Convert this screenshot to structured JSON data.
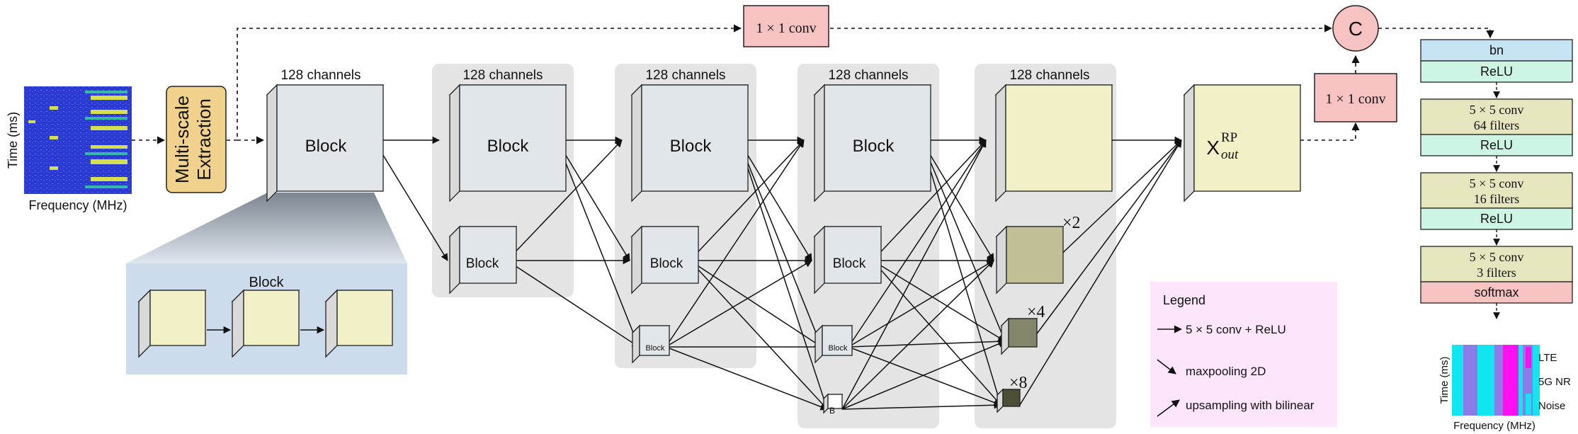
{
  "input": {
    "y_label": "Time (ms)",
    "x_label": "Frequency (MHz)"
  },
  "extraction": {
    "line1": "Multi-scale",
    "line2": "Extraction"
  },
  "top_conv": {
    "label": "1 × 1 conv"
  },
  "side_conv": {
    "label": "1 × 1 conv"
  },
  "concat": {
    "label": "C"
  },
  "columns": [
    {
      "header": "128 channels",
      "big": "Block"
    },
    {
      "header": "128 channels",
      "big": "Block",
      "medium": "Block"
    },
    {
      "header": "128 channels",
      "big": "Block",
      "medium": "Block",
      "small": "Block"
    },
    {
      "header": "128 channels",
      "big": "Block",
      "medium": "Block",
      "small": "Block",
      "tiny": "B"
    },
    {
      "header": "128 channels"
    }
  ],
  "scale_labels": [
    "×2",
    "×4",
    "×8"
  ],
  "xout": {
    "main": "X",
    "sup": "RP",
    "sub": "out"
  },
  "detail": {
    "title": "Block"
  },
  "legend": {
    "title": "Legend",
    "items": [
      "5 × 5 conv + ReLU",
      "maxpooling 2D",
      "upsampling with bilinear"
    ]
  },
  "head": {
    "layers": [
      {
        "kind": "bn",
        "label": "bn",
        "color": "#c6e3f3"
      },
      {
        "kind": "relu",
        "label": "ReLU",
        "color": "#cdf5e4"
      },
      {
        "kind": "conv",
        "label": "5 × 5 conv",
        "label2": "64 filters",
        "color": "#e6e6be"
      },
      {
        "kind": "relu",
        "label": "ReLU",
        "color": "#cdf5e4"
      },
      {
        "kind": "conv",
        "label": "5 × 5 conv",
        "label2": "16 filters",
        "color": "#e6e6be"
      },
      {
        "kind": "relu",
        "label": "ReLU",
        "color": "#cdf5e4"
      },
      {
        "kind": "conv",
        "label": "5 × 5 conv",
        "label2": "3 filters",
        "color": "#e6e6be"
      },
      {
        "kind": "softmax",
        "label": "softmax",
        "color": "#f6c2c2"
      }
    ]
  },
  "output": {
    "y_label": "Time (ms)",
    "x_label": "Frequency (MHz)",
    "classes": [
      {
        "label": "LTE",
        "color": "#ff10f0"
      },
      {
        "label": "5G NR",
        "color": "#8c7ae6"
      },
      {
        "label": "Noise",
        "color": "#10e6f0"
      }
    ]
  },
  "colors": {
    "block_front": "#e1e6ea",
    "block_yellow": "#f2f0c6",
    "panel_gray": "#e4e4e4",
    "detail_bg": "#ccdcec",
    "legend_bg": "#fde6fb",
    "conv_box": "#f6c2c2",
    "extraction": "#f0d28c"
  }
}
